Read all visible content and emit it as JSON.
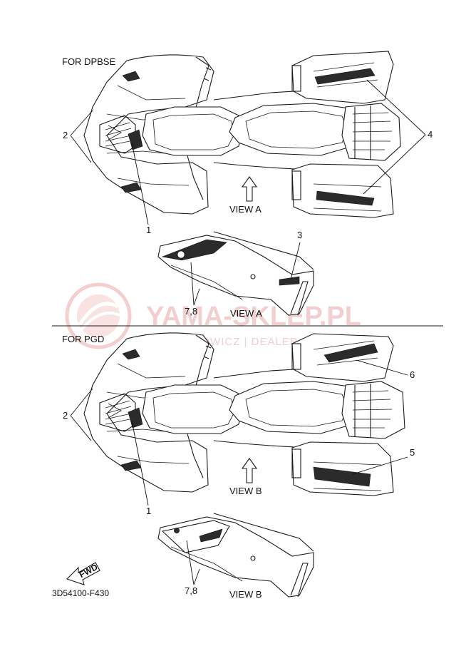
{
  "sections": {
    "top": {
      "title": "FOR DPBSE",
      "view_label": "VIEW A",
      "detail_view_label": "VIEW A",
      "callouts": {
        "c1": "1",
        "c2": "2",
        "c3": "3",
        "c4": "4",
        "c78": "7,8"
      }
    },
    "bottom": {
      "title": "FOR PGD",
      "view_label": "VIEW B",
      "detail_view_label": "VIEW B",
      "callouts": {
        "c1": "1",
        "c2": "2",
        "c5": "5",
        "c6": "6",
        "c78": "7,8"
      }
    }
  },
  "fwd_label": "FWD",
  "part_code": "3D54100-F430",
  "watermark": {
    "brand": "YAMA-SKLEP.PL",
    "subtitle": "MOTOCHOWICZ | DEALER YAMAHA"
  },
  "colors": {
    "line": "#1a1a1a",
    "watermark": "#e9a9a9"
  }
}
